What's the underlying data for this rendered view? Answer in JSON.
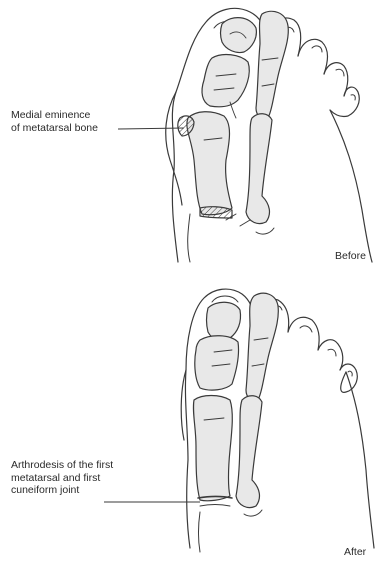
{
  "panels": [
    {
      "id": "before",
      "label_lines": [
        "Medial eminence",
        "of metatarsal bone"
      ],
      "state": "Before"
    },
    {
      "id": "after",
      "label_lines": [
        "Arthrodesis of the first",
        "metatarsal and first",
        "cuneiform joint"
      ],
      "state": "After"
    }
  ],
  "colors": {
    "ink": "#3a3a3a",
    "bone": "#e8e8e8",
    "paper": "#ffffff"
  }
}
